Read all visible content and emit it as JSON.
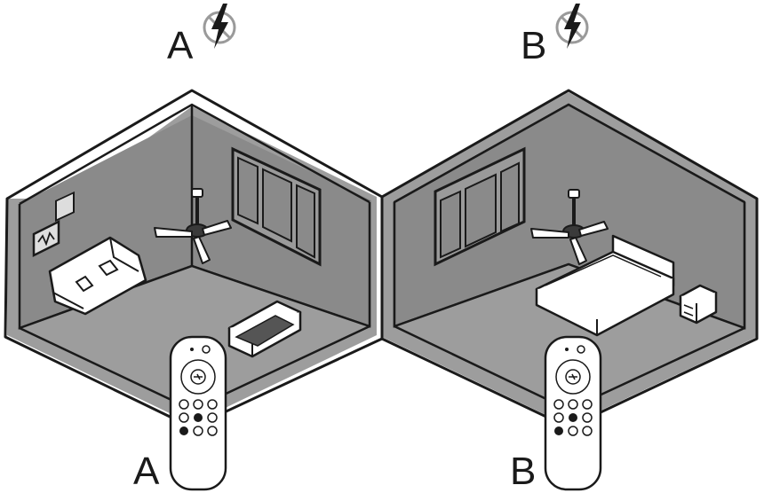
{
  "labels": {
    "room_a_title": "A",
    "room_b_title": "B",
    "remote_a_label": "A",
    "remote_b_label": "B"
  },
  "colors": {
    "wall_fill": "#8a8a8a",
    "floor_fill": "#9d9d9d",
    "outline": "#1a1a1a",
    "furniture_fill": "#ffffff",
    "no_power_circle": "#9a9a9a"
  },
  "icons": {
    "room_a": "no-power-icon",
    "room_b": "no-power-icon"
  }
}
